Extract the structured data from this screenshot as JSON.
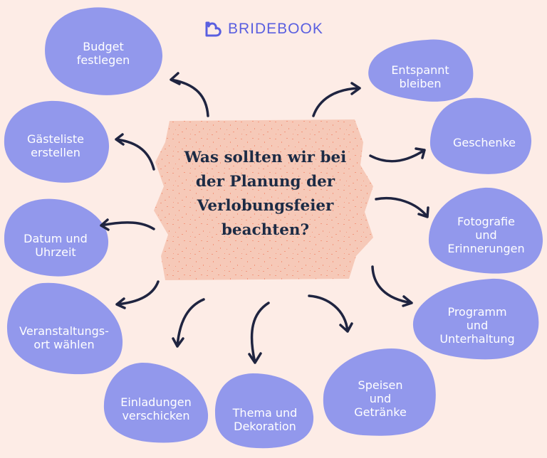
{
  "brand": {
    "name": "BRIDEBOOK",
    "icon": "heart-outline-icon",
    "color": "#5a5fe0"
  },
  "center": {
    "title": "Was sollten wir bei der Planung der Verlobungsfeier beachten?",
    "lines": [
      "Was sollten wir bei",
      "der Planung der",
      "Verlobungsfeier",
      "beachten?"
    ],
    "color": "#1c2b45",
    "fill": "#f6c9b8"
  },
  "colors": {
    "background": "#fdece6",
    "blob": "#9298ec",
    "arrow": "#1f2440",
    "speckle": "#f3997f"
  },
  "items": [
    {
      "label": "Budget\nfestlegen"
    },
    {
      "label": "Entspannt\nbleiben"
    },
    {
      "label": "Gästeliste\nerstellen"
    },
    {
      "label": "Geschenke"
    },
    {
      "label": "Datum und\nUhrzeit"
    },
    {
      "label": "Fotografie\nund\nErinnerungen"
    },
    {
      "label": "Veranstaltungs-\nort wählen"
    },
    {
      "label": "Programm\nund\nUnterhaltung"
    },
    {
      "label": "Einladungen\nverschicken"
    },
    {
      "label": "Thema und\nDekoration"
    },
    {
      "label": "Speisen\nund\nGetränke"
    }
  ]
}
